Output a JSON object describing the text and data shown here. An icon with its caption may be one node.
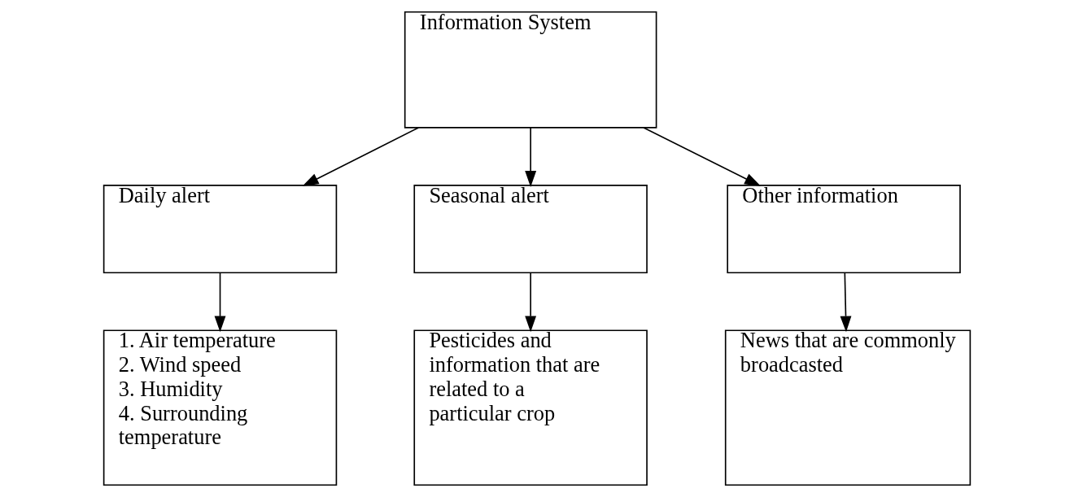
{
  "diagram": {
    "nodes": [
      {
        "text": [
          "Information System"
        ]
      },
      {
        "text": [
          "Daily alert"
        ]
      },
      {
        "text": [
          "Seasonal alert"
        ]
      },
      {
        "text": [
          "Other information"
        ]
      },
      {
        "text": [
          "1. Air temperature",
          "2. Wind speed",
          "3. Humidity",
          "4. Surrounding temperature"
        ]
      },
      {
        "text": [
          "Pesticides and information that are related to a particular crop"
        ]
      },
      {
        "text": [
          "News that are commonly broadcasted"
        ]
      }
    ],
    "edges": [
      {
        "from": 0,
        "to": 1,
        "arrow": "to"
      },
      {
        "from": 0,
        "to": 2,
        "arrow": "to"
      },
      {
        "from": 0,
        "to": 3,
        "arrow": "to"
      },
      {
        "from": 1,
        "to": 4,
        "arrow": "to"
      },
      {
        "from": 2,
        "to": 5,
        "arrow": "to"
      },
      {
        "from": 3,
        "to": 6,
        "arrow": "to"
      }
    ]
  }
}
